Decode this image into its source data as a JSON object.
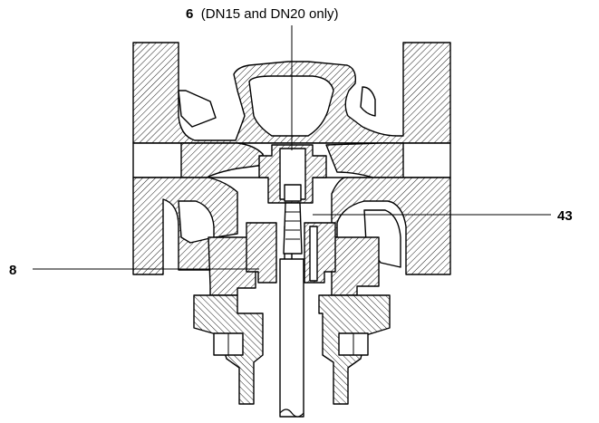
{
  "diagram": {
    "callouts": [
      {
        "id": "6",
        "note": "(DN15 and DN20 only)"
      },
      {
        "id": "43"
      },
      {
        "id": "8"
      }
    ]
  }
}
